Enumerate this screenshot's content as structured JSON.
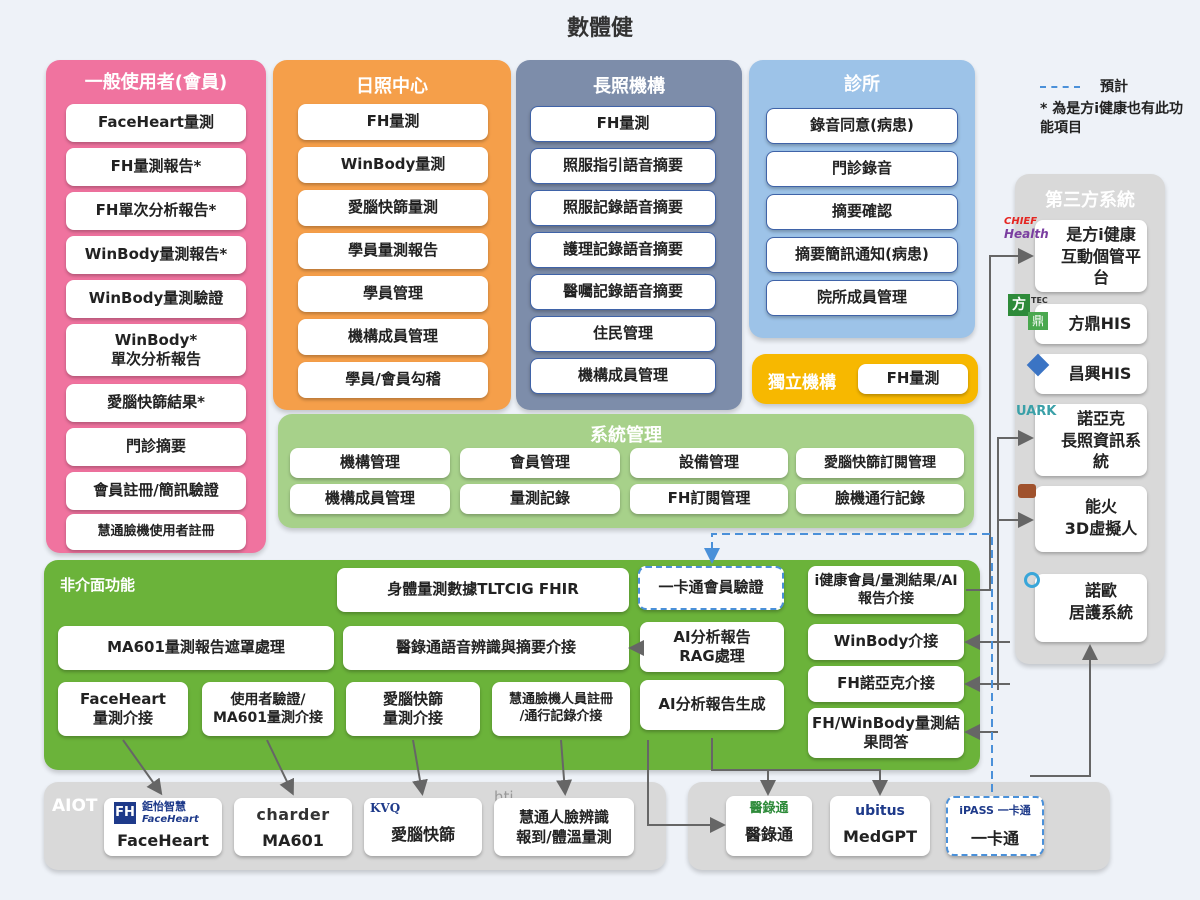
{
  "title": "數體健",
  "legend": {
    "dash_label": "預計",
    "note": "* 為是方i健康也有此功能項目"
  },
  "general_users": {
    "title": "一般使用者(會員)",
    "items": [
      "FaceHeart量測",
      "FH量測報告*",
      "FH單次分析報告*",
      "WinBody量測報告*",
      "WinBody量測驗證",
      "WinBody*\n單次分析報告",
      "愛腦快篩結果*",
      "門診摘要",
      "會員註冊/簡訊驗證",
      "慧通臉機使用者註冊"
    ]
  },
  "day_care": {
    "title": "日照中心",
    "items": [
      "FH量測",
      "WinBody量測",
      "愛腦快篩量測",
      "學員量測報告",
      "學員管理",
      "機構成員管理",
      "學員/會員勾稽"
    ]
  },
  "long_term": {
    "title": "長照機構",
    "items": [
      "FH量測",
      "照服指引語音摘要",
      "照服記錄語音摘要",
      "護理記錄語音摘要",
      "醫囑記錄語音摘要",
      "住民管理",
      "機構成員管理"
    ]
  },
  "clinic": {
    "title": "診所",
    "items": [
      "錄音同意(病患)",
      "門診錄音",
      "摘要確認",
      "摘要簡訊通知(病患)",
      "院所成員管理"
    ]
  },
  "independent": {
    "title": "獨立機構",
    "item": "FH量測"
  },
  "system_mgmt": {
    "title": "系統管理",
    "items": [
      "機構管理",
      "會員管理",
      "設備管理",
      "愛腦快篩訂閱管理",
      "機構成員管理",
      "量測記錄",
      "FH訂閱管理",
      "臉機通行記錄"
    ]
  },
  "non_interface": {
    "title": "非介面功能",
    "fhir": "身體量測數據TLTCIG FHIR",
    "card_verify": "一卡通會員驗證",
    "ihealth": "i健康會員/量測結果/AI報告介接",
    "ma601_mask": "MA601量測報告遮罩處理",
    "speech": "醫錄通語音辨識與摘要介接",
    "rag": "AI分析報告\nRAG處理",
    "winbody_if": "WinBody介接",
    "faceheart_if": "FaceHeart\n量測介接",
    "user_verify": "使用者驗證/\nMA601量測介接",
    "brain_if": "愛腦快篩\n量測介接",
    "face_reg": "慧通臉機人員註冊\n/通行記錄介接",
    "ai_report": "AI分析報告生成",
    "fh_nuark": "FH諾亞克介接",
    "fh_winbody_q": "FH/WinBody量測結果問答"
  },
  "third_party": {
    "title": "第三方系統",
    "items": [
      "是方i健康\n互動個管平台",
      "方鼎HIS",
      "昌興HIS",
      "諾亞克\n長照資訊系統",
      "能火\n3D虛擬人",
      "諾歐\n居護系統"
    ],
    "logos": {
      "chief": "CHIEF",
      "health": "Health",
      "tec": "TEC",
      "fang": "方",
      "ding": "鼎",
      "uark": "UARK"
    }
  },
  "aiot": {
    "title": "AIOT",
    "hti": "hti",
    "devices": [
      {
        "logo_cn": "鉅怡智慧",
        "logo_en": "FaceHeart",
        "name": "FaceHeart"
      },
      {
        "logo": "charder",
        "name": "MA601"
      },
      {
        "logo": "KVQ",
        "name": "愛腦快篩"
      },
      {
        "name": "慧通人臉辨識\n報到/體溫量測"
      }
    ]
  },
  "external": {
    "items": [
      {
        "logo": "醫錄通",
        "name": "醫錄通"
      },
      {
        "logo": "ubitus",
        "name": "MedGPT"
      },
      {
        "logo": "iPASS 一卡通",
        "name": "一卡通"
      }
    ]
  },
  "colors": {
    "pink": "#f0739f",
    "orange": "#f59f4a",
    "slate": "#7d8daa",
    "lightblue": "#9dc3e8",
    "yellow": "#f7b800",
    "lightgreen": "#a7d18a",
    "green": "#6bb33a",
    "gray": "#d9d9d9",
    "dash": "#4a90d9"
  }
}
